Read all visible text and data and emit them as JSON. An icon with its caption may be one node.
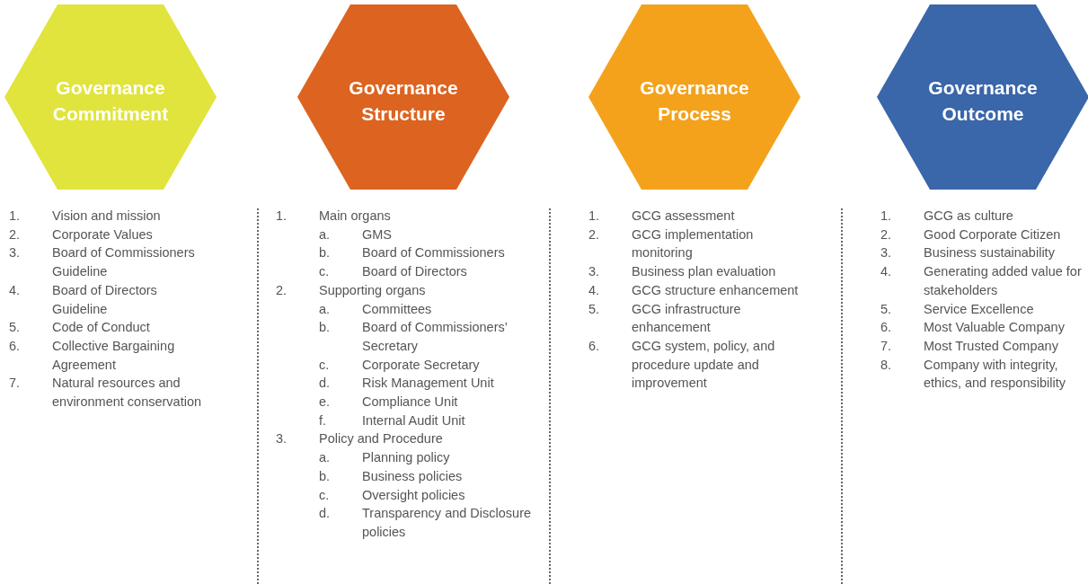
{
  "diagram": {
    "nodes": [
      {
        "text": [
          "Governance Commitment"
        ],
        "beside": [
          "1. Vision and mission",
          "2. Corporate Values",
          "3. Board of Commissioners Guideline",
          "4. Board of Directors Guideline",
          "5. Code of Conduct",
          "6. Collective Bargaining Agreement",
          "7. Natural resources and environment conservation"
        ]
      },
      {
        "text": [
          "Governance Structure"
        ],
        "beside": [
          "1. Main organs",
          "a. GMS",
          "b. Board of Commissioners",
          "c. Board of Directors",
          "2. Supporting organs",
          "a. Committees",
          "b. Board of Commissioners’ Secretary",
          "c. Corporate Secretary",
          "d. Risk Management Unit",
          "e. Compliance Unit",
          "f. Internal Audit Unit",
          "3. Policy and Procedure",
          "a. Planning policy",
          "b. Business policies",
          "c. Oversight policies",
          "d. Transparency and Disclosure policies"
        ]
      },
      {
        "text": [
          "Governance Process"
        ],
        "beside": [
          "1. GCG assessment",
          "2. GCG implementation monitoring",
          "3. Business plan evaluation",
          "4. GCG structure enhancement",
          "5. GCG infrastructure enhancement",
          "6. GCG system, policy, and procedure update and improvement"
        ]
      },
      {
        "text": [
          "Governance Outcome"
        ],
        "beside": [
          "1. GCG as culture",
          "2. Good Corporate Citizen",
          "3. Business sustainability",
          "4. Generating added value for stakeholders",
          "5. Service Excellence",
          "6. Most Valuable Company",
          "7. Most Trusted Company",
          "8. Company with integrity, ethics, and responsibility"
        ]
      }
    ],
    "edges": []
  }
}
